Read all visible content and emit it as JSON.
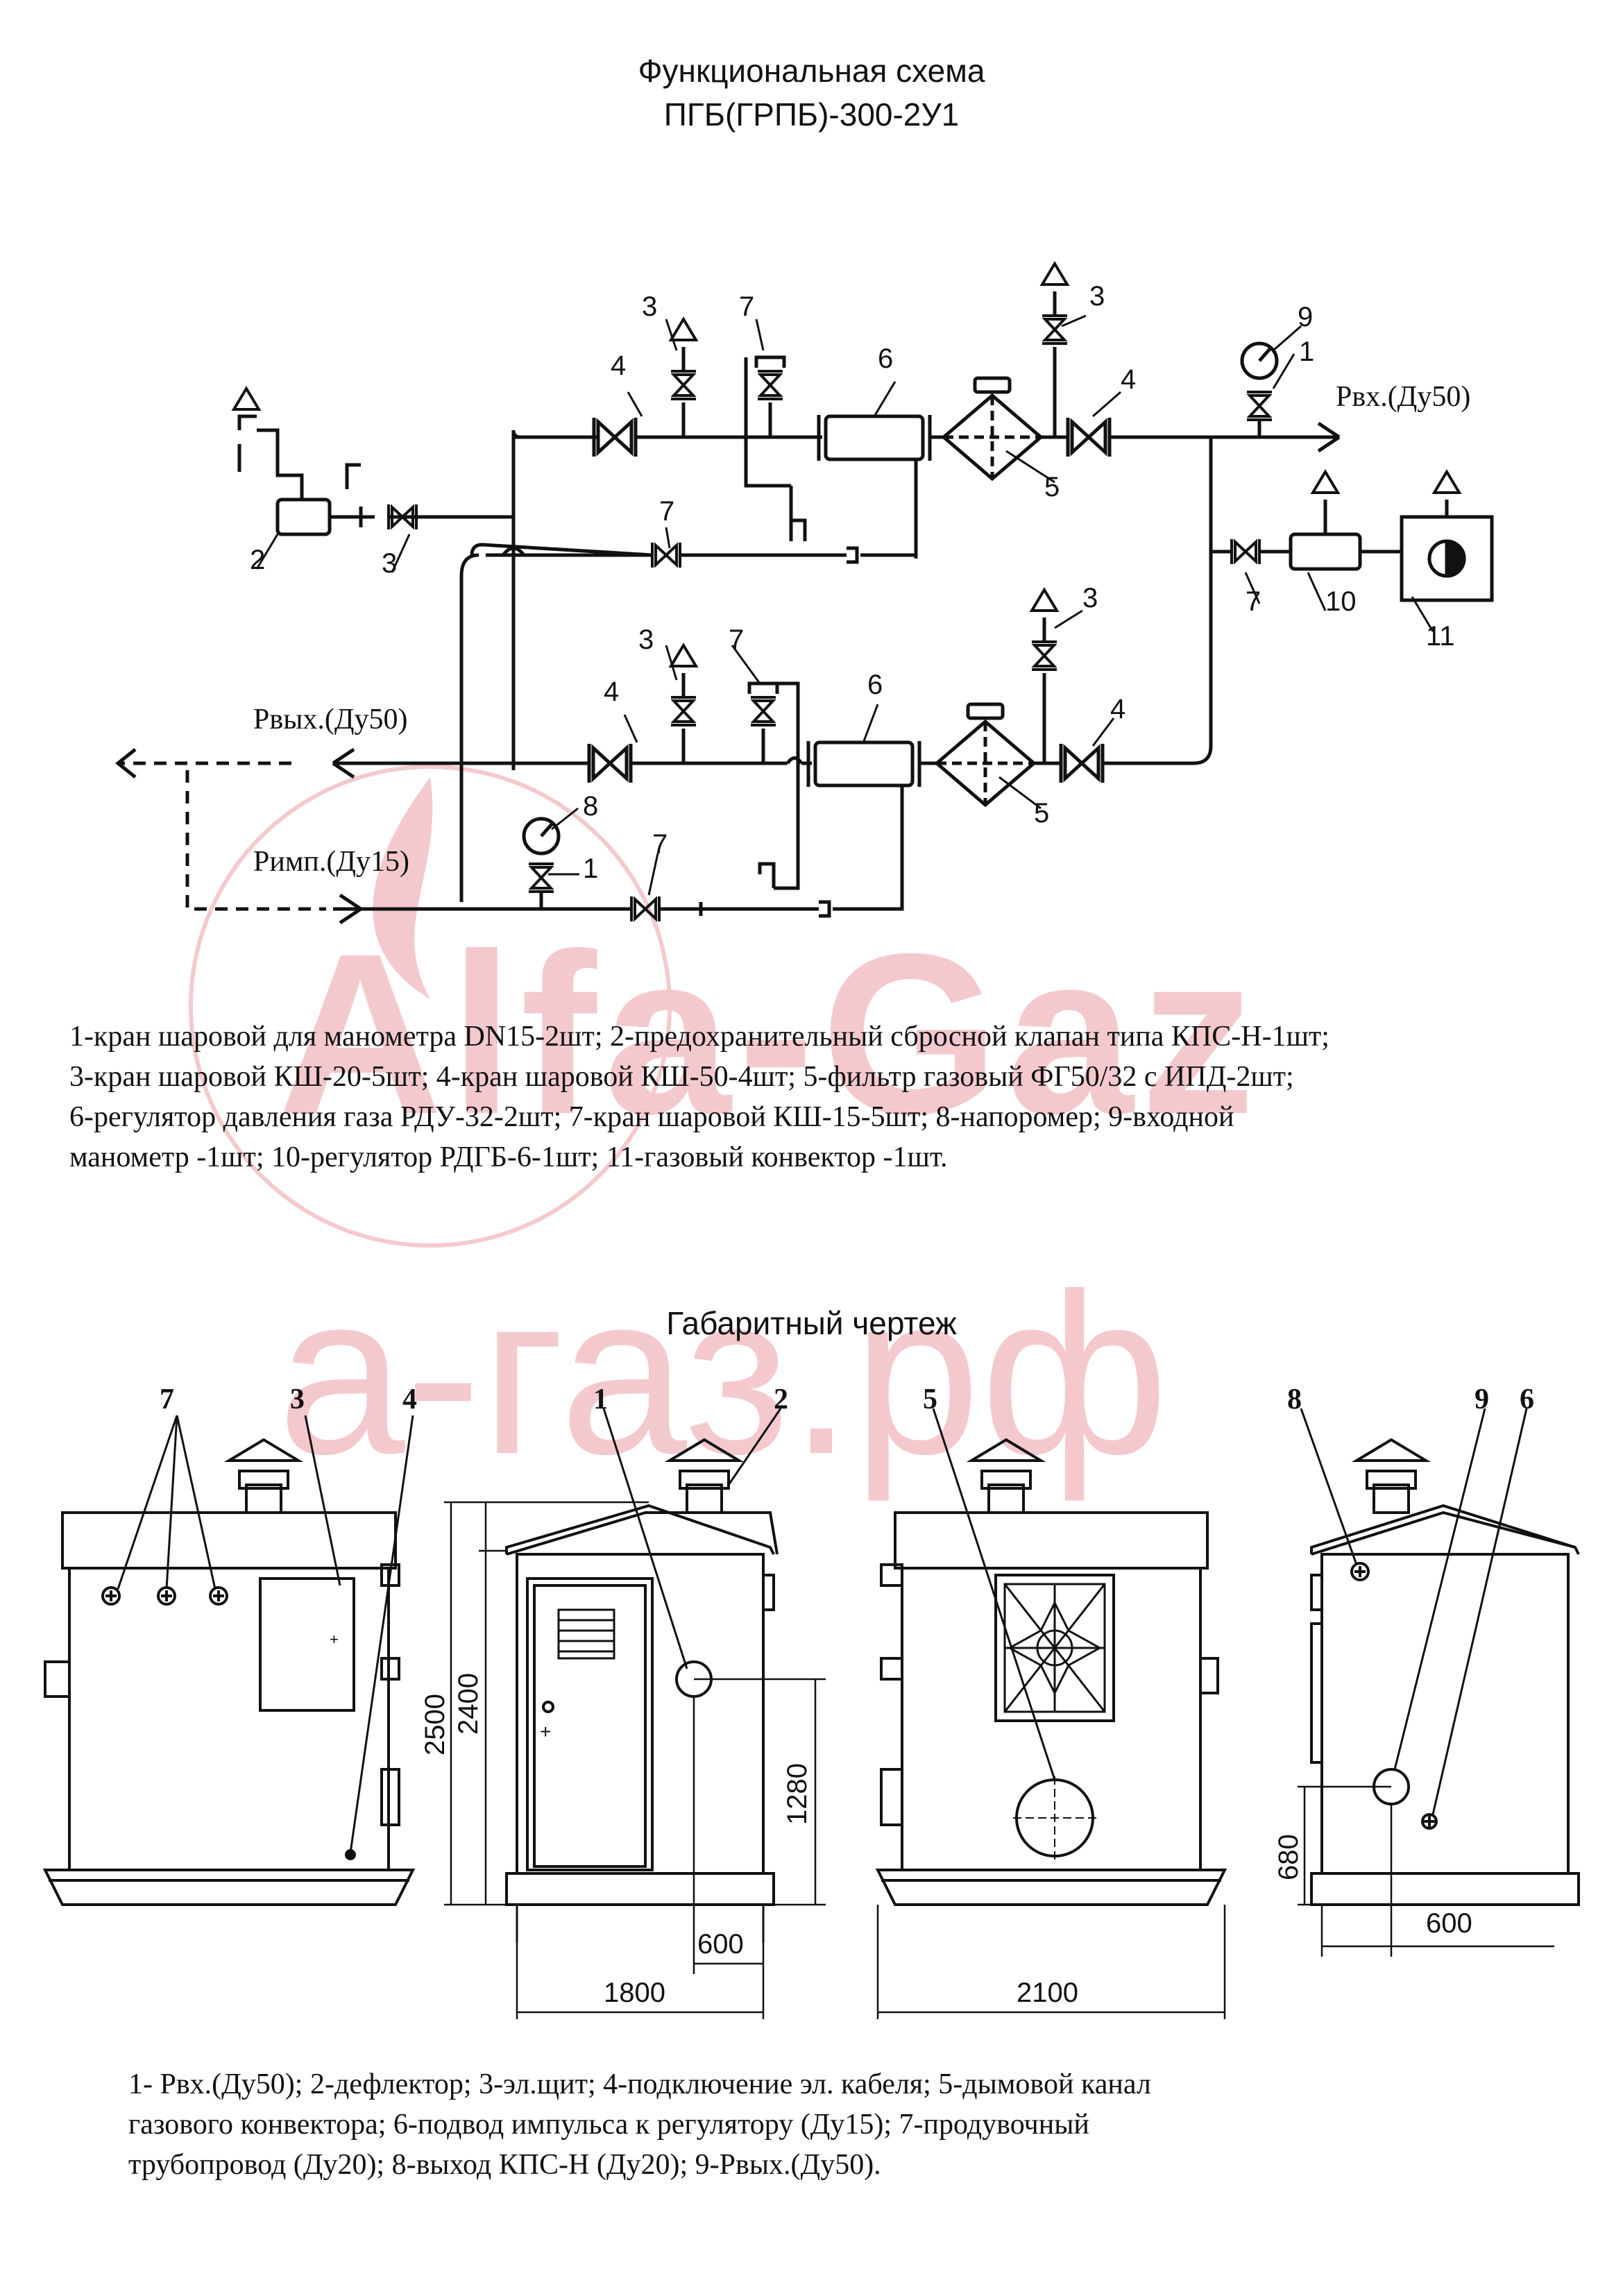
{
  "title": {
    "line1": "Функциональная схема",
    "line2": "ПГБ(ГРПБ)-300-2У1"
  },
  "watermarks": {
    "brand": "Alfa-Gaz",
    "site": "а-газ.рф"
  },
  "scheme": {
    "p_in": "Рвх.(Ду50)",
    "p_out": "Рвых.(Ду50)",
    "p_imp": "Римп.(Ду15)",
    "labels": [
      "1",
      "2",
      "3",
      "4",
      "5",
      "6",
      "7",
      "8",
      "9",
      "10",
      "11"
    ]
  },
  "legend1": [
    "1-кран шаровой для манометра DN15-2шт; 2-предохранительный сбросной клапан типа КПС-Н-1шт;",
    "3-кран шаровой КШ-20-5шт; 4-кран шаровой КШ-50-4шт; 5-фильтр газовый ФГ50/32 с ИПД-2шт;",
    "6-регулятор давления газа РДУ-32-2шт; 7-кран шаровой КШ-15-5шт; 8-напоромер; 9-входной",
    "манометр -1шт; 10-регулятор РДГБ-6-1шт; 11-газовый конвектор -1шт."
  ],
  "drawing_title": "Габаритный чертеж",
  "dims": {
    "h_total": "2500",
    "h_wall": "2400",
    "h_inlet": "1280",
    "w_offset": "600",
    "w_front": "1800",
    "w_side": "2100",
    "h_side": "680",
    "w_side_offset": "600"
  },
  "legend2": [
    "1- Рвх.(Ду50); 2-дефлектор; 3-эл.щит; 4-подключение эл. кабеля; 5-дымовой канал",
    "газового конвектора; 6-подвод импульса к регулятору (Ду15); 7-продувочный",
    "трубопровод (Ду20); 8-выход КПС-Н (Ду20); 9-Рвых.(Ду50)."
  ]
}
